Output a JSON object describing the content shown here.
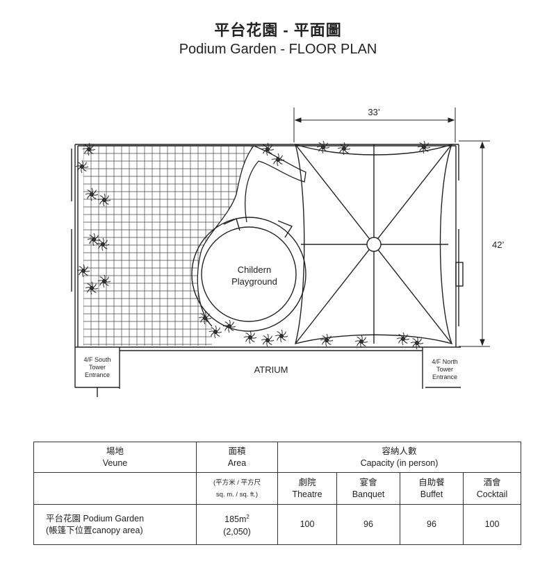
{
  "title": {
    "zh": "平台花園 - 平面圖",
    "en": "Podium Garden - FLOOR PLAN"
  },
  "plan": {
    "dim_width": "33’",
    "dim_height": "42’",
    "playground": [
      "Childern",
      "Playground"
    ],
    "atrium": "ATRIUM",
    "south_entrance": [
      "4/F South",
      "Tower",
      "Entrance"
    ],
    "north_entrance": [
      "4/F North",
      "Tower",
      "Entrance"
    ]
  },
  "table": {
    "venue_header": {
      "zh": "場地",
      "en": "Veune"
    },
    "area_header": {
      "zh": "面積",
      "en": "Area"
    },
    "capacity_header": {
      "zh": "容納人數",
      "en": "Capacity (in person)"
    },
    "area_units": {
      "zh": "(平方米 / 平方尺",
      "en": "sq. m. / sq. ft.)"
    },
    "columns": [
      {
        "zh": "劇院",
        "en": "Theatre"
      },
      {
        "zh": "宴會",
        "en": "Banquet"
      },
      {
        "zh": "自助餐",
        "en": "Buffet"
      },
      {
        "zh": "酒會",
        "en": "Cocktail"
      }
    ],
    "row": {
      "venue_line1": "平台花園 Podium Garden",
      "venue_line2": "(帳篷下位置canopy area)",
      "area_sqm": "185m",
      "area_sup": "2",
      "area_sqft": "(2,050)",
      "theatre": "100",
      "banquet": "96",
      "buffet": "96",
      "cocktail": "100"
    }
  }
}
